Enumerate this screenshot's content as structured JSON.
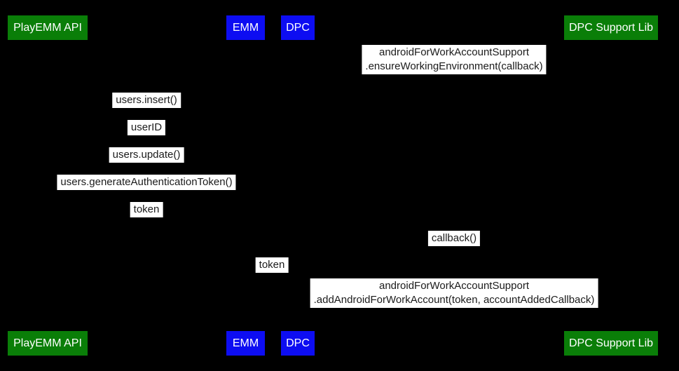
{
  "colors": {
    "background": "#000000",
    "actor_green": "#0a7e08",
    "actor_blue": "#0d0df2",
    "label_bg": "#ffffff",
    "label_text": "#1b1b1b",
    "actor_text": "#ffffff"
  },
  "actors": [
    {
      "label": "PlayEMM API"
    },
    {
      "label": "EMM"
    },
    {
      "label": "DPC"
    },
    {
      "label": "DPC Support Lib"
    }
  ],
  "messages": [
    {
      "lines": [
        "androidForWorkAccountSupport",
        ".ensureWorkingEnvironment(callback)"
      ]
    },
    {
      "lines": [
        "users.insert()"
      ]
    },
    {
      "lines": [
        "userID"
      ]
    },
    {
      "lines": [
        "users.update()"
      ]
    },
    {
      "lines": [
        "users.generateAuthenticationToken()"
      ]
    },
    {
      "lines": [
        "token"
      ]
    },
    {
      "lines": [
        "callback()"
      ]
    },
    {
      "lines": [
        "token"
      ]
    },
    {
      "lines": [
        "androidForWorkAccountSupport",
        ".addAndroidForWorkAccount(token, accountAddedCallback)"
      ]
    }
  ]
}
